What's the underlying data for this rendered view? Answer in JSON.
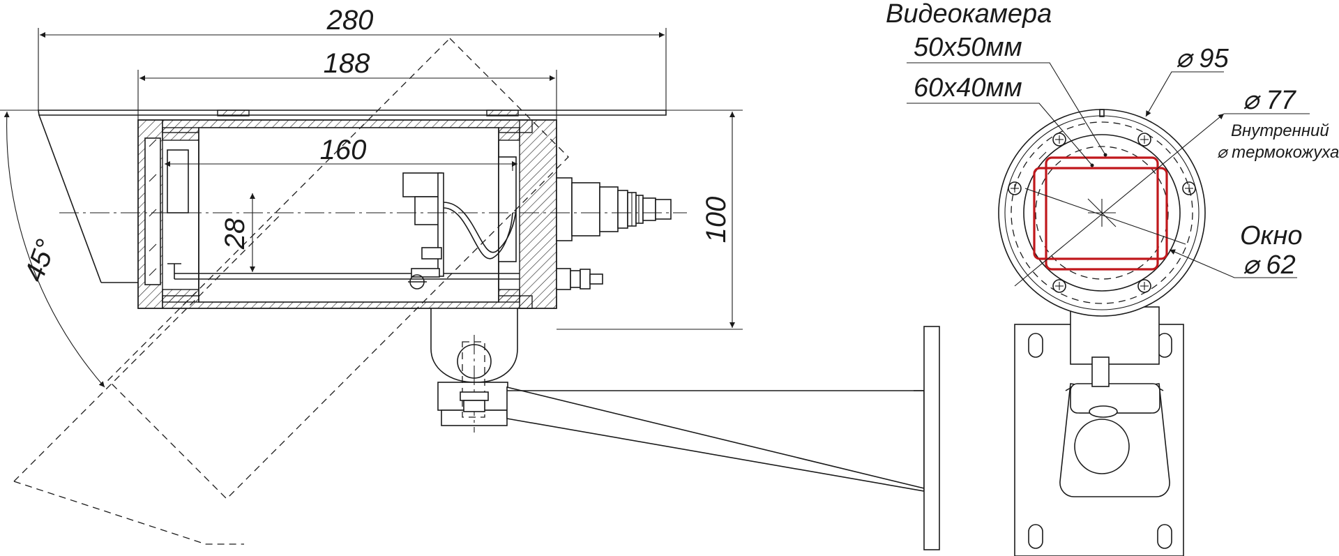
{
  "dimensions": {
    "overall_length": "280",
    "body_length": "188",
    "inner_length": "160",
    "camera_height": "28",
    "height": "100",
    "tilt_angle": "45°"
  },
  "labels": {
    "camera_title": "Видеокамера",
    "camera_size_1": "50x50мм",
    "camera_size_2": "60x40мм",
    "outer_diameter": "⌀ 95",
    "inner_diameter": "⌀ 77",
    "inner_caption_1": "Внутренний",
    "inner_caption_2": "⌀ термокожуха",
    "window_caption": "Окно",
    "window_diameter": "⌀ 62"
  },
  "colors": {
    "line": "#1a1a1a",
    "camera_outline": "#c0181c",
    "background": "#ffffff"
  }
}
